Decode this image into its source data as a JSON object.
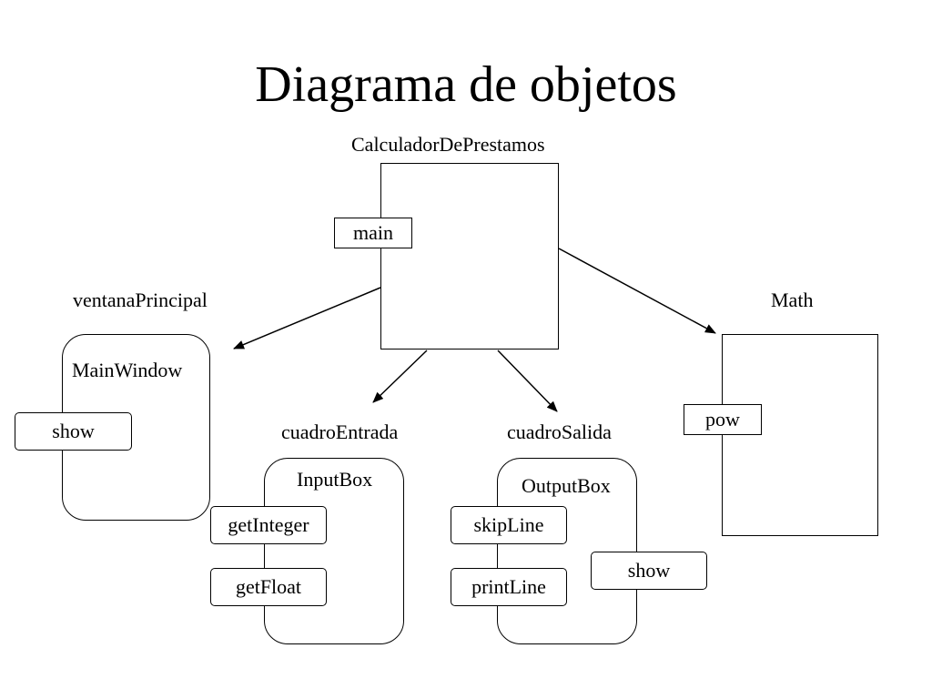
{
  "title": "Diagrama de objetos",
  "objects": {
    "calculador": {
      "name": "CalculadorDePrestamos",
      "methods": [
        "main"
      ]
    },
    "ventana": {
      "name": "ventanaPrincipal",
      "class": "MainWindow",
      "methods": [
        "show"
      ]
    },
    "entrada": {
      "name": "cuadroEntrada",
      "class": "InputBox",
      "methods": [
        "getInteger",
        "getFloat"
      ]
    },
    "salida": {
      "name": "cuadroSalida",
      "class": "OutputBox",
      "methods": [
        "skipLine",
        "printLine",
        "show"
      ]
    },
    "math": {
      "name": "Math",
      "methods": [
        "pow"
      ]
    }
  },
  "line_color": "#000000"
}
